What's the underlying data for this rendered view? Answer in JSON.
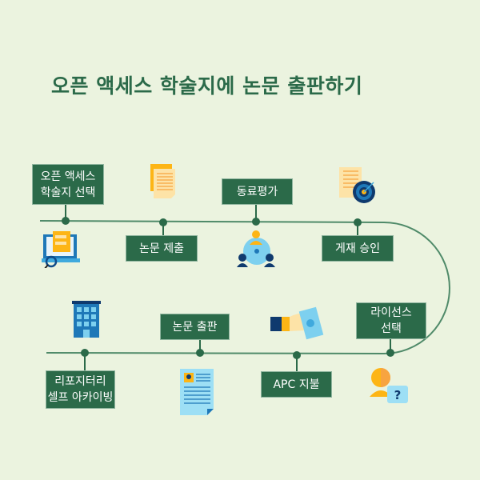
{
  "title": "오픈 액세스 학술지에 논문 출판하기",
  "steps": [
    {
      "label": "오픈 액세스\n학술지 선택",
      "icon": "laptop-search-icon"
    },
    {
      "label": "논문 제출",
      "icon": "document-icon"
    },
    {
      "label": "동료평가",
      "icon": "peer-network-icon"
    },
    {
      "label": "게재 승인",
      "icon": "target-document-icon"
    },
    {
      "label": "라이선스\n선택",
      "icon": "person-question-icon"
    },
    {
      "label": "APC  지불",
      "icon": "hand-money-icon"
    },
    {
      "label": "논문 출판",
      "icon": "article-icon"
    },
    {
      "label": "리포지터리\n셀프 아카이빙",
      "icon": "building-icon"
    }
  ],
  "colors": {
    "primary": "#2b6a49",
    "background": "#ebf3df"
  }
}
